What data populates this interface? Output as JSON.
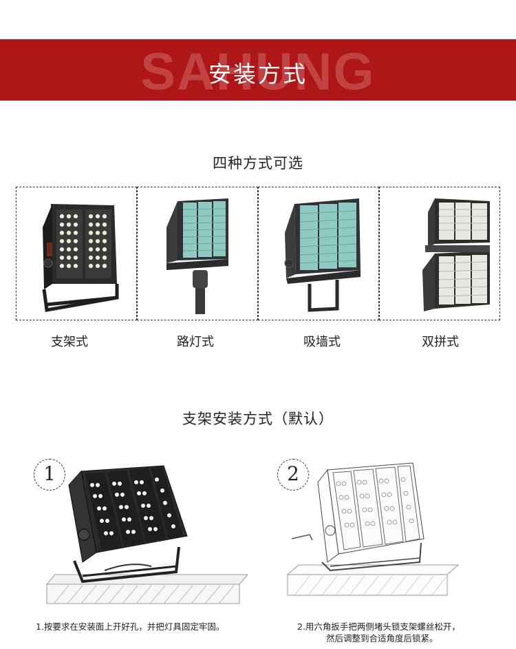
{
  "banner": {
    "watermark": "SAHUNG",
    "title": "安装方式"
  },
  "section1": {
    "title": "四种方式可选",
    "options": [
      {
        "label": "支架式"
      },
      {
        "label": "路灯式"
      },
      {
        "label": "吸墙式"
      },
      {
        "label": "双拼式"
      }
    ]
  },
  "section2": {
    "title": "支架安装方式（默认）",
    "steps": [
      {
        "number": "1",
        "text": "1.按要求在安装面上开好孔，并把灯具固定牢固。"
      },
      {
        "number": "2",
        "text_line1": "2.用六角扳手把两侧堵头锁支架螺丝松开，",
        "text_line2": "然后调整到合适角度后锁紧。"
      }
    ]
  },
  "colors": {
    "banner": "#ae1618",
    "panel_border": "#333333",
    "lens": "#8fc9c0"
  }
}
